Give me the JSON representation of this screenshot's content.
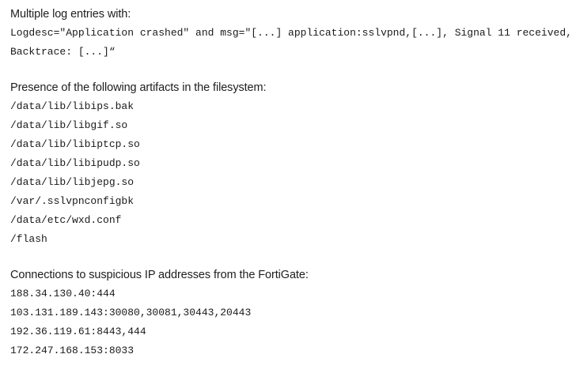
{
  "document": {
    "background_color": "#ffffff",
    "text_color": "#1a1a1a"
  },
  "sections": [
    {
      "id": "log-entries",
      "heading": "Multiple log entries with:",
      "lines": [
        "Logdesc=\"Application crashed\" and msg=\"[...] application:sslvpnd,[...], Signal 11 received,",
        "Backtrace: [...]“"
      ]
    },
    {
      "id": "filesystem-artifacts",
      "heading": "Presence of the following artifacts in the filesystem:",
      "lines": [
        "/data/lib/libips.bak",
        "/data/lib/libgif.so",
        "/data/lib/libiptcp.so",
        "/data/lib/libipudp.so",
        "/data/lib/libjepg.so",
        "/var/.sslvpnconfigbk",
        "/data/etc/wxd.conf",
        "/flash"
      ]
    },
    {
      "id": "suspicious-connections",
      "heading": "Connections to suspicious IP addresses from the FortiGate:",
      "lines": [
        "188.34.130.40:444",
        "103.131.189.143:30080,30081,30443,20443",
        "192.36.119.61:8443,444",
        "172.247.168.153:8033"
      ]
    }
  ]
}
